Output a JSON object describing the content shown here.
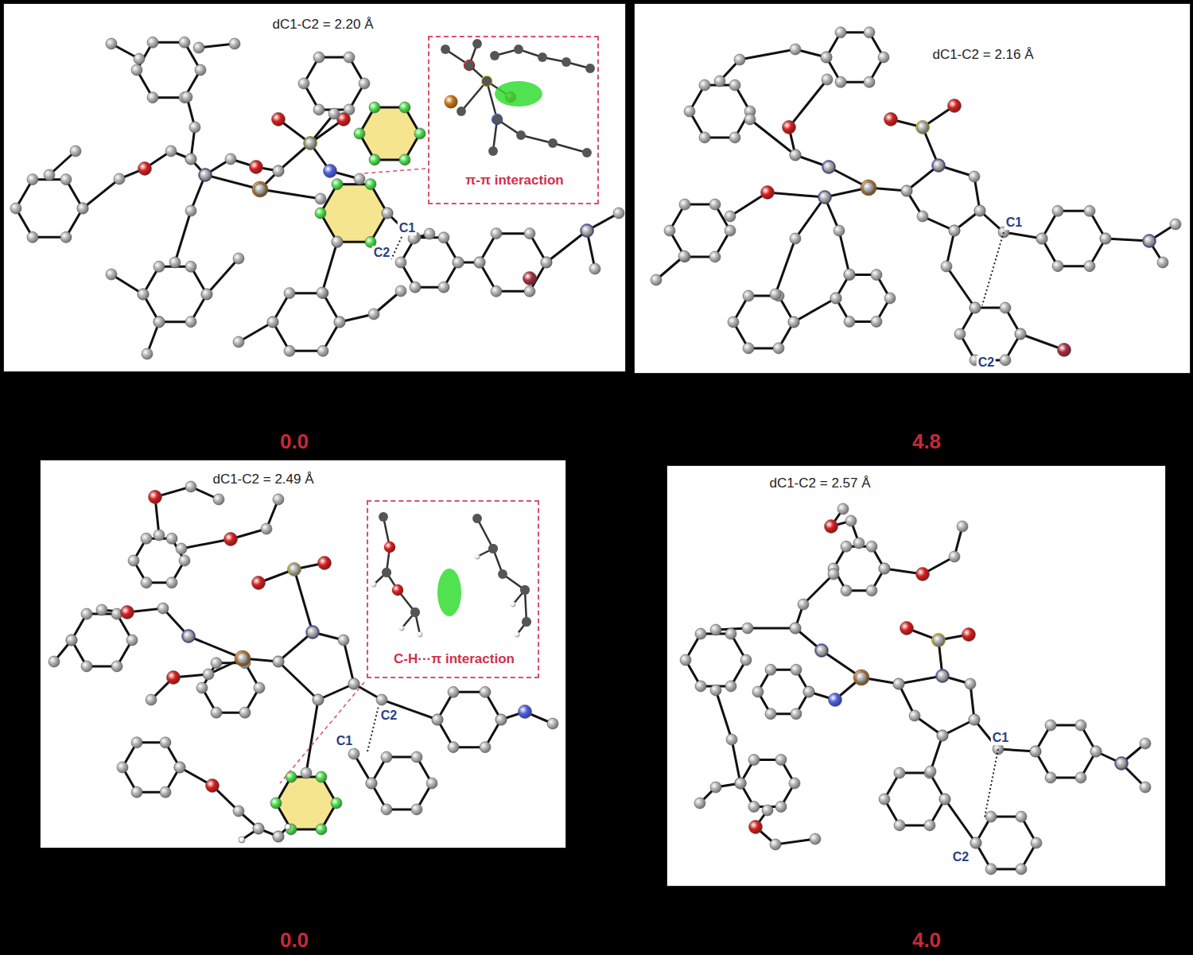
{
  "diagram": {
    "nodes": [
      {
        "text": [
          "dC1-C2 = 2.20 Å"
        ]
      },
      {
        "text": [
          "π-π interaction"
        ],
        "in": 0
      },
      {
        "text": [
          "dC1-C2 = 2.16 Å"
        ]
      },
      {
        "text": [
          "dC1-C2 = 2.49 Å"
        ]
      },
      {
        "text": [
          "C-H···π interaction"
        ],
        "in": 3
      },
      {
        "text": [
          "dC1-C2 = 2.57 Å"
        ]
      }
    ],
    "labels": [
      "C1",
      "C2",
      "C1",
      "C2",
      "0.0",
      "4.8",
      "C2",
      "C1",
      "C1",
      "C2",
      "0.0",
      "4.0"
    ]
  }
}
